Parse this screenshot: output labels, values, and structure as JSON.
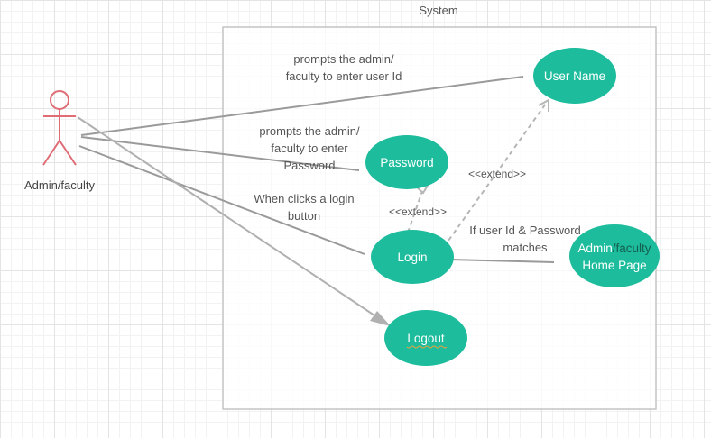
{
  "diagram": {
    "system_label": "System",
    "actor": {
      "name": "Admin/faculty",
      "color": "#e06c75"
    },
    "use_cases": {
      "user_name": "User Name",
      "password": "Password",
      "login": "Login",
      "logout": "Logout",
      "home_page_line1_part1": "Admin",
      "home_page_line1_part2": "/faculty",
      "home_page_line2": "Home Page"
    },
    "labels": {
      "prompt_user_id": "prompts the admin/ faculty to enter user Id",
      "prompt_password": "prompts the admin/ faculty to enter Password",
      "login_click": "When clicks a login button",
      "extend_password": "<<extend>>",
      "extend_username": "<<extend>>",
      "match_condition": "If user Id & Password matches"
    },
    "colors": {
      "use_case_fill": "#1dbc9c",
      "line": "#9a9a9a",
      "dashed_line": "#b5b5b5",
      "frame": "#c4c4c4",
      "home_page_faculty_text": "#145f50"
    }
  }
}
